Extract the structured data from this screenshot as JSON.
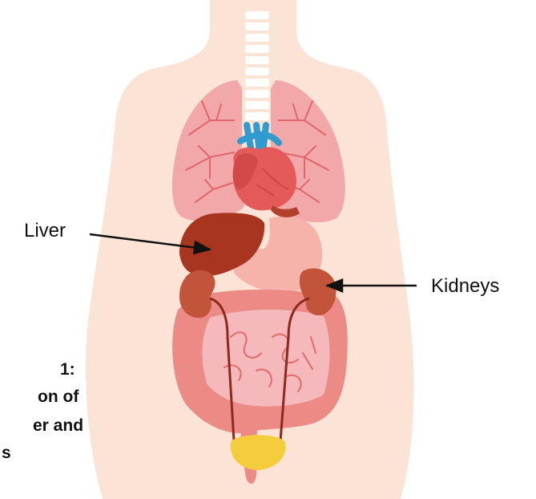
{
  "labels": {
    "liver": "Liver",
    "kidneys": "Kidneys"
  },
  "caption": {
    "line1": "1:",
    "line2": "on of",
    "line3": "er and",
    "line4": "s"
  },
  "colors": {
    "body": "#fbe3d6",
    "spine": "#ffffff",
    "lungs": "#f2a7a9",
    "lung_veins": "#e0666d",
    "heart": "#e45a58",
    "heart_vessels": "#2f9bcf",
    "liver": "#a7351f",
    "stomach": "#f5b3aa",
    "kidneys": "#c2543a",
    "intestine_outer": "#ec8a86",
    "intestine_inner": "#f5b8bb",
    "ureters": "#8e2a1a",
    "bladder": "#f4cd3c",
    "arrows": "#111111"
  }
}
